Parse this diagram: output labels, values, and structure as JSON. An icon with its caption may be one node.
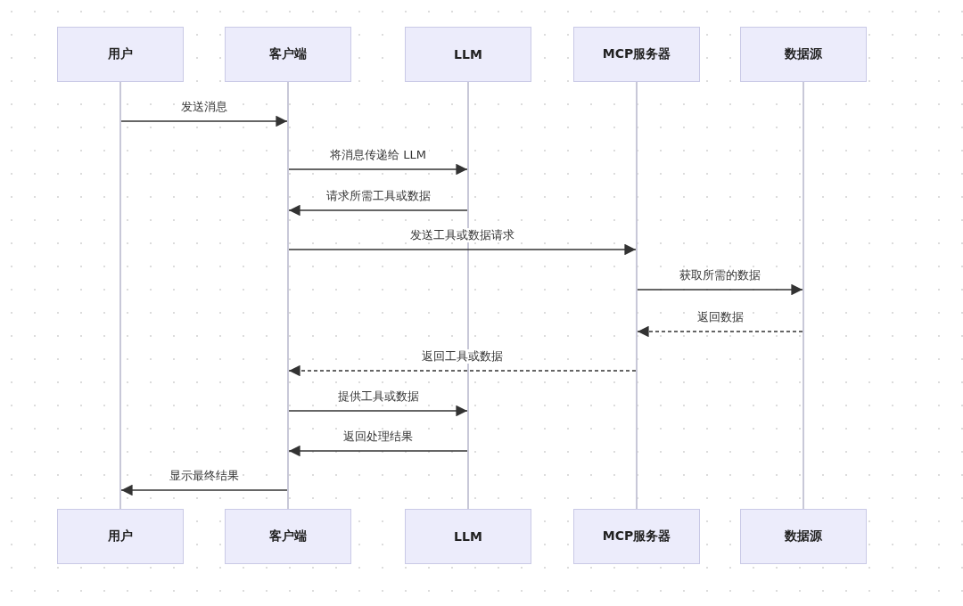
{
  "diagram": {
    "nodes": [
      {
        "text": [
          "用户"
        ]
      },
      {
        "text": [
          "客户端"
        ]
      },
      {
        "text": [
          "LLM"
        ]
      },
      {
        "text": [
          "MCP服务器"
        ]
      },
      {
        "text": [
          "数据源"
        ]
      },
      {
        "text": [
          "用户"
        ]
      },
      {
        "text": [
          "客户端"
        ]
      },
      {
        "text": [
          "LLM"
        ]
      },
      {
        "text": [
          "MCP服务器"
        ]
      },
      {
        "text": [
          "数据源"
        ]
      },
      {
        "text": [],
        "shape": "bar"
      },
      {
        "text": [],
        "shape": "bar"
      },
      {
        "text": [],
        "shape": "bar"
      },
      {
        "text": [],
        "shape": "bar"
      },
      {
        "text": [],
        "shape": "bar"
      }
    ],
    "edges": [
      {
        "from": 10,
        "to": 11,
        "arrow": "to",
        "label": "发送消息"
      },
      {
        "from": 11,
        "to": 12,
        "arrow": "to",
        "label": "将消息传递给 LLM"
      },
      {
        "from": 12,
        "to": 11,
        "arrow": "to",
        "label": "请求所需工具或数据"
      },
      {
        "from": 11,
        "to": 13,
        "arrow": "to",
        "label": "发送工具或数据请求"
      },
      {
        "from": 13,
        "to": 14,
        "arrow": "to",
        "label": "获取所需的数据"
      },
      {
        "from": 14,
        "to": 13,
        "arrow": "to",
        "label": "返回数据",
        "style": "dashed"
      },
      {
        "from": 13,
        "to": 11,
        "arrow": "to",
        "label": "返回工具或数据",
        "style": "dashed"
      },
      {
        "from": 11,
        "to": 12,
        "arrow": "to",
        "label": "提供工具或数据"
      },
      {
        "from": 12,
        "to": 11,
        "arrow": "to",
        "label": "返回处理结果"
      },
      {
        "from": 11,
        "to": 10,
        "arrow": "to",
        "label": "显示最终结果"
      }
    ]
  }
}
